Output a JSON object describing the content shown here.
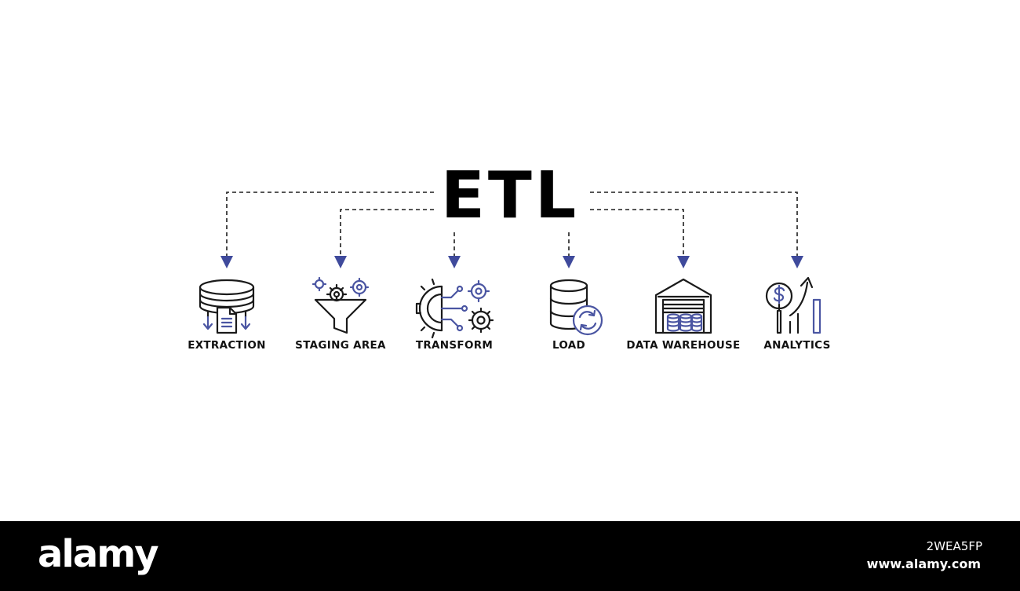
{
  "diagram": {
    "title": "ETL",
    "colors": {
      "text": "#111111",
      "connector": "#1e1e1e",
      "arrowhead": "#3f4a9c",
      "icon_outline": "#1a1a1a",
      "icon_accent": "#4a55a2"
    },
    "steps": [
      {
        "label": "EXTRACTION",
        "icon": "database-extract-icon"
      },
      {
        "label": "STAGING AREA",
        "icon": "funnel-gears-icon"
      },
      {
        "label": "TRANSFORM",
        "icon": "circuit-gears-icon"
      },
      {
        "label": "LOAD",
        "icon": "database-sync-icon"
      },
      {
        "label": "DATA WAREHOUSE",
        "icon": "warehouse-icon"
      },
      {
        "label": "ANALYTICS",
        "icon": "analytics-growth-icon"
      }
    ]
  },
  "footer": {
    "brand": "alamy",
    "image_id": "2WEA5FP",
    "url": "www.alamy.com"
  }
}
